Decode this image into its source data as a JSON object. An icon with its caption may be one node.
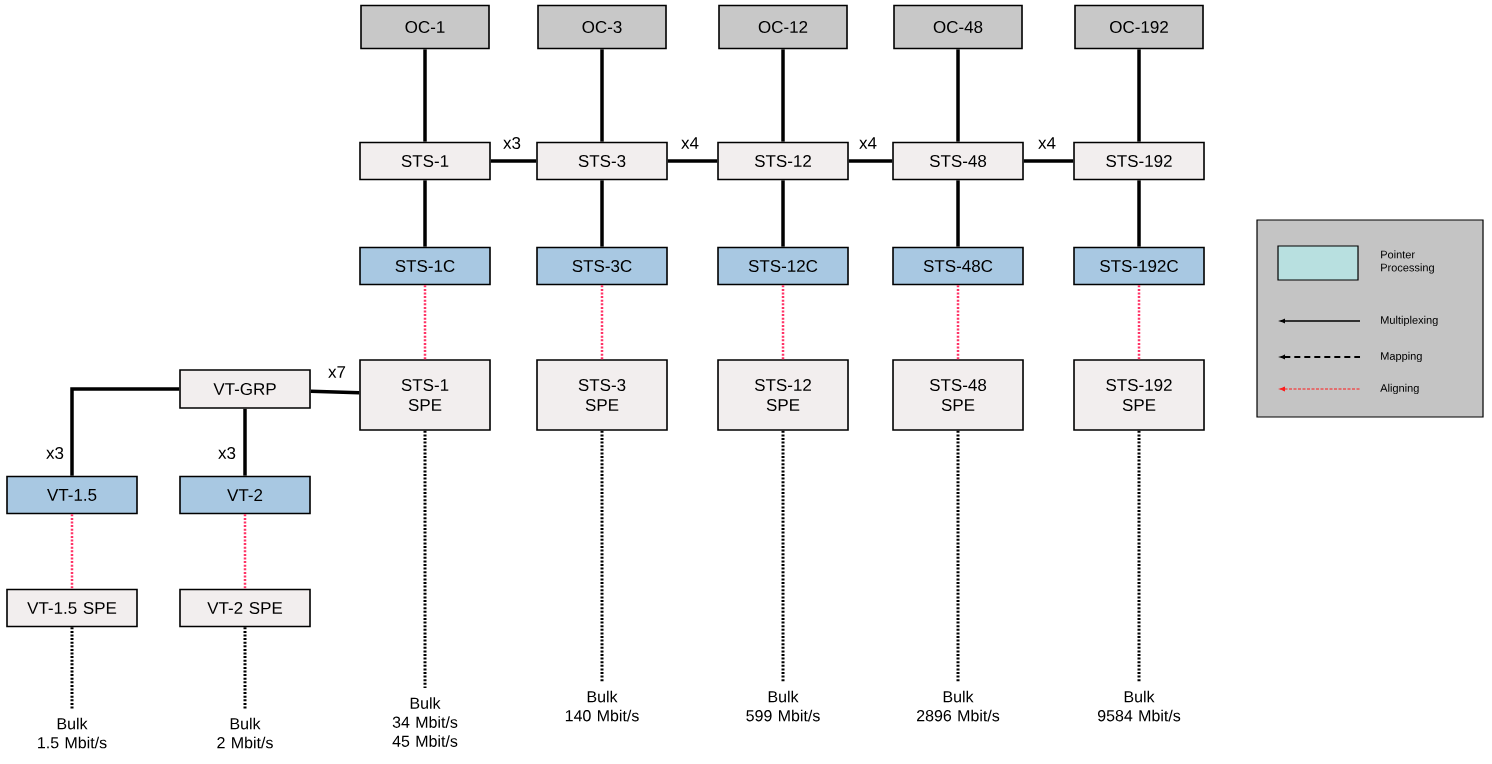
{
  "diagram": {
    "nodes": [
      {
        "text": [
          "OC-1"
        ]
      },
      {
        "text": [
          "OC-3"
        ]
      },
      {
        "text": [
          "OC-12"
        ]
      },
      {
        "text": [
          "OC-48"
        ]
      },
      {
        "text": [
          "OC-192"
        ]
      },
      {
        "text": [
          "STS-1"
        ]
      },
      {
        "text": [
          "STS-3"
        ]
      },
      {
        "text": [
          "STS-12"
        ]
      },
      {
        "text": [
          "STS-48"
        ]
      },
      {
        "text": [
          "STS-192"
        ]
      },
      {
        "text": [
          "STS-1C"
        ]
      },
      {
        "text": [
          "STS-3C"
        ]
      },
      {
        "text": [
          "STS-12C"
        ]
      },
      {
        "text": [
          "STS-48C"
        ]
      },
      {
        "text": [
          "STS-192C"
        ]
      },
      {
        "text": [
          "VT-GRP"
        ]
      },
      {
        "text": [
          "STS-1 SPE"
        ]
      },
      {
        "text": [
          "STS-3 SPE"
        ]
      },
      {
        "text": [
          "STS-12 SPE"
        ]
      },
      {
        "text": [
          "STS-48 SPE"
        ]
      },
      {
        "text": [
          "STS-192 SPE"
        ]
      },
      {
        "text": [
          "VT-1.5"
        ]
      },
      {
        "text": [
          "VT-2"
        ]
      },
      {
        "text": [
          "VT-1.5 SPE"
        ]
      },
      {
        "text": [
          "VT-2 SPE"
        ]
      },
      {
        "text": [
          "Bulk",
          "1.5 Mbit/s"
        ]
      },
      {
        "text": [
          "Bulk",
          "2 Mbit/s"
        ]
      },
      {
        "text": [
          "Bulk",
          "34 Mbit/s 45 Mbit/s"
        ]
      },
      {
        "text": [
          "Bulk",
          "140 Mbit/s"
        ]
      },
      {
        "text": [
          "Bulk",
          "599 Mbit/s"
        ]
      },
      {
        "text": [
          "Bulk",
          "2896 Mbit/s"
        ]
      },
      {
        "text": [
          "Bulk",
          "9584 Mbit/s"
        ]
      }
    ],
    "edges": [
      {
        "from": 0,
        "to": 5,
        "arrow": "none"
      },
      {
        "from": 1,
        "to": 6,
        "arrow": "none"
      },
      {
        "from": 2,
        "to": 7,
        "arrow": "none"
      },
      {
        "from": 3,
        "to": 8,
        "arrow": "none"
      },
      {
        "from": 4,
        "to": 9,
        "arrow": "none"
      },
      {
        "from": 5,
        "to": 6,
        "arrow": "none",
        "label": "x3"
      },
      {
        "from": 6,
        "to": 7,
        "arrow": "none",
        "label": "x4"
      },
      {
        "from": 7,
        "to": 8,
        "arrow": "none",
        "label": "x4"
      },
      {
        "from": 8,
        "to": 9,
        "arrow": "none",
        "label": "x4"
      },
      {
        "from": 5,
        "to": 10,
        "arrow": "none"
      },
      {
        "from": 6,
        "to": 11,
        "arrow": "none"
      },
      {
        "from": 7,
        "to": 12,
        "arrow": "none"
      },
      {
        "from": 8,
        "to": 13,
        "arrow": "none"
      },
      {
        "from": 9,
        "to": 14,
        "arrow": "none"
      },
      {
        "from": 10,
        "to": 16,
        "arrow": "none",
        "style": "dashed",
        "color": "#ff3366"
      },
      {
        "from": 11,
        "to": 17,
        "arrow": "none",
        "style": "dashed",
        "color": "#ff3366"
      },
      {
        "from": 12,
        "to": 18,
        "arrow": "none",
        "style": "dashed",
        "color": "#ff3366"
      },
      {
        "from": 13,
        "to": 19,
        "arrow": "none",
        "style": "dashed",
        "color": "#ff3366"
      },
      {
        "from": 14,
        "to": 20,
        "arrow": "none",
        "style": "dashed",
        "color": "#ff3366"
      },
      {
        "from": 15,
        "to": 16,
        "arrow": "none",
        "label": "x7"
      },
      {
        "from": 15,
        "to": 21,
        "arrow": "none",
        "label": "x3"
      },
      {
        "from": 15,
        "to": 22,
        "arrow": "none",
        "label": "x3"
      },
      {
        "from": 21,
        "to": 23,
        "arrow": "none",
        "style": "dashed",
        "color": "#ff3366"
      },
      {
        "from": 22,
        "to": 24,
        "arrow": "none",
        "style": "dashed",
        "color": "#ff3366"
      },
      {
        "from": 23,
        "to": 25,
        "arrow": "none",
        "style": "dashed"
      },
      {
        "from": 24,
        "to": 26,
        "arrow": "none",
        "style": "dashed"
      },
      {
        "from": 16,
        "to": 27,
        "arrow": "none",
        "style": "dashed"
      },
      {
        "from": 17,
        "to": 28,
        "arrow": "none",
        "style": "dashed"
      },
      {
        "from": 18,
        "to": 29,
        "arrow": "none",
        "style": "dashed"
      },
      {
        "from": 19,
        "to": 30,
        "arrow": "none",
        "style": "dashed"
      },
      {
        "from": 20,
        "to": 31,
        "arrow": "none",
        "style": "dashed"
      }
    ],
    "legend": [
      {
        "text": "Pointer Processing",
        "color": "#b8e0e0"
      },
      {
        "text": "Multiplexing"
      },
      {
        "text": "Mapping"
      },
      {
        "text": "Aligning"
      }
    ]
  }
}
